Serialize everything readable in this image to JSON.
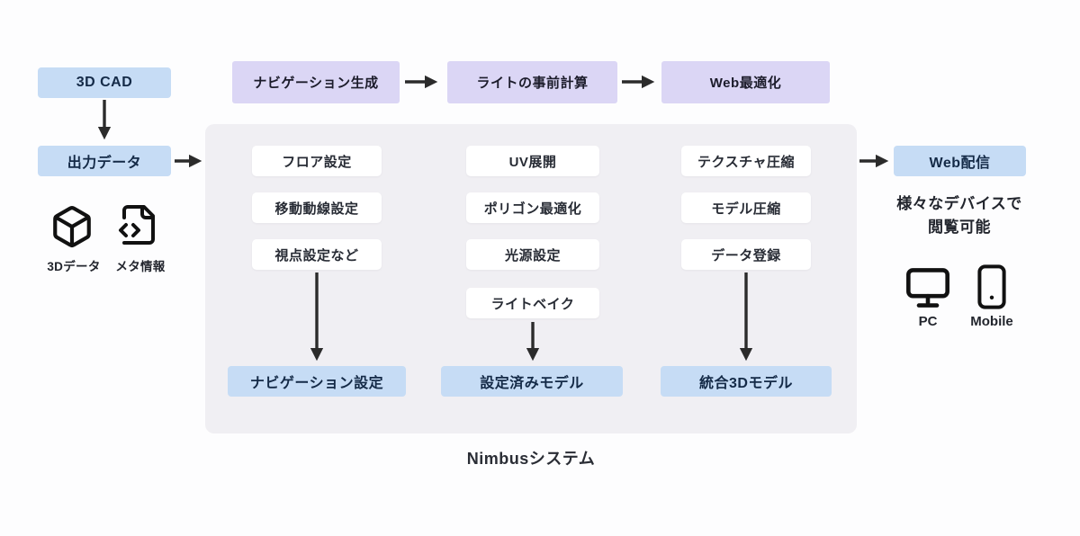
{
  "diagram_title": "Nimbusシステム",
  "source": {
    "cad_label": "3D CAD",
    "output_label": "出力データ",
    "assets": [
      {
        "icon": "cube-icon",
        "label": "3Dデータ"
      },
      {
        "icon": "file-code-icon",
        "label": "メタ情報"
      }
    ]
  },
  "pipeline_steps": [
    {
      "label": "ナビゲーション生成"
    },
    {
      "label": "ライトの事前計算"
    },
    {
      "label": "Web最適化"
    }
  ],
  "system": {
    "name": "Nimbusシステム",
    "columns": [
      {
        "tasks": [
          "フロア設定",
          "移動動線設定",
          "視点設定など"
        ],
        "result": "ナビゲーション設定"
      },
      {
        "tasks": [
          "UV展開",
          "ポリゴン最適化",
          "光源設定",
          "ライトベイク"
        ],
        "result": "設定済みモデル"
      },
      {
        "tasks": [
          "テクスチャ圧縮",
          "モデル圧縮",
          "データ登録"
        ],
        "result": "統合3Dモデル"
      }
    ]
  },
  "delivery": {
    "label": "Web配信",
    "caption_line1": "様々なデバイスで",
    "caption_line2": "閲覧可能",
    "devices": [
      {
        "icon": "monitor-icon",
        "label": "PC"
      },
      {
        "icon": "smartphone-icon",
        "label": "Mobile"
      }
    ]
  },
  "colors": {
    "node_blue": "#c6dcf5",
    "step_purple": "#dbd6f5",
    "panel_gray": "#f0eff3",
    "task_white": "#ffffff",
    "arrow": "#2b2b2b",
    "text_navy": "#142a47"
  }
}
